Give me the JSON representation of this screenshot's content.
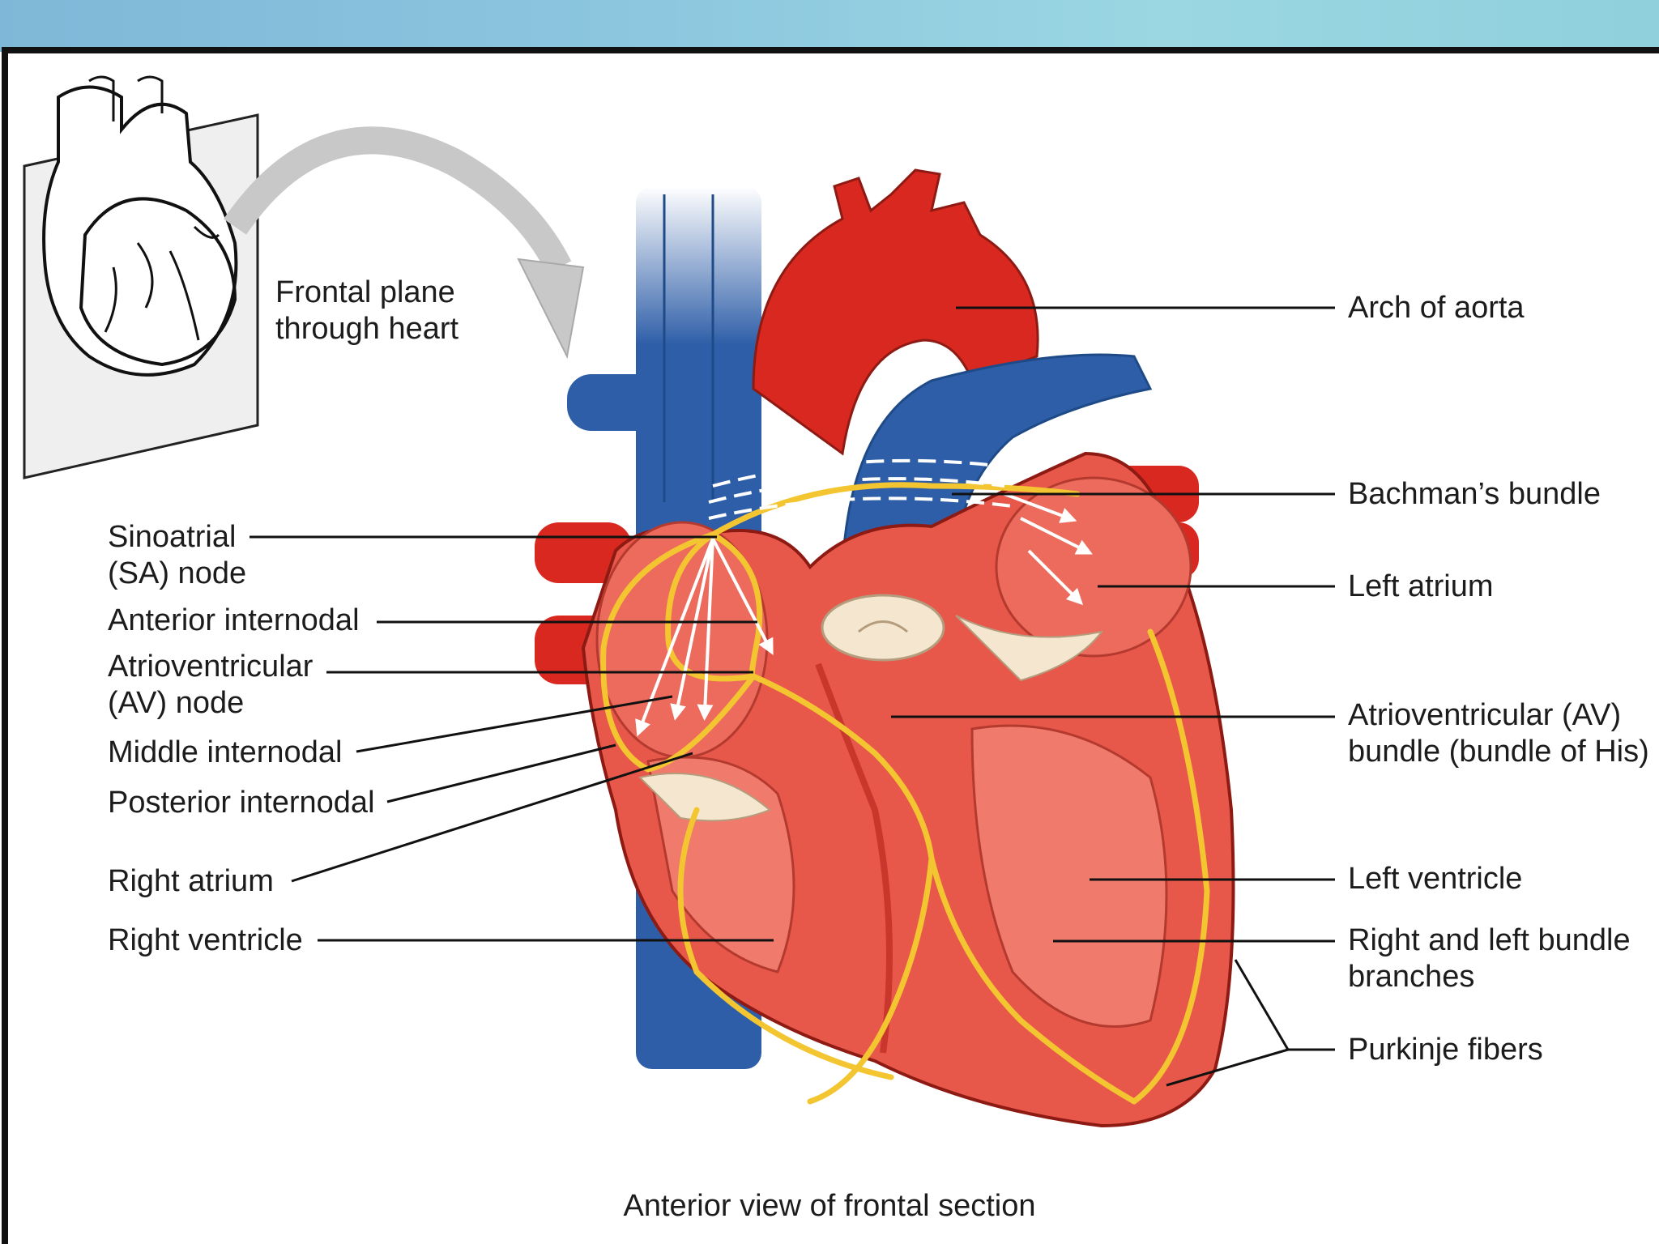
{
  "inset_label": [
    "Frontal plane",
    "through heart"
  ],
  "labels_left": {
    "sa_node": [
      "Sinoatrial",
      "(SA) node"
    ],
    "anterior_internodal": "Anterior internodal",
    "av_node": [
      "Atrioventricular",
      "(AV) node"
    ],
    "middle_internodal": "Middle internodal",
    "posterior_internodal": "Posterior internodal",
    "right_atrium": "Right atrium",
    "right_ventricle": "Right ventricle"
  },
  "labels_right": {
    "arch_of_aorta": "Arch of aorta",
    "bachmans_bundle": "Bachman’s bundle",
    "left_atrium": "Left atrium",
    "av_bundle": [
      "Atrioventricular (AV)",
      "bundle (bundle of His)"
    ],
    "left_ventricle": "Left ventricle",
    "bundle_branches": [
      "Right and left bundle",
      "branches"
    ],
    "purkinje_fibers": "Purkinje fibers"
  },
  "caption": "Anterior view of frontal section",
  "colors": {
    "muscle": "#e8584a",
    "muscle_dark": "#c8362c",
    "aorta": "#d9281f",
    "vein": "#2e5ea8",
    "conduction": "#f2c531",
    "valve": "#f5e6cf",
    "leader": "#111111"
  }
}
